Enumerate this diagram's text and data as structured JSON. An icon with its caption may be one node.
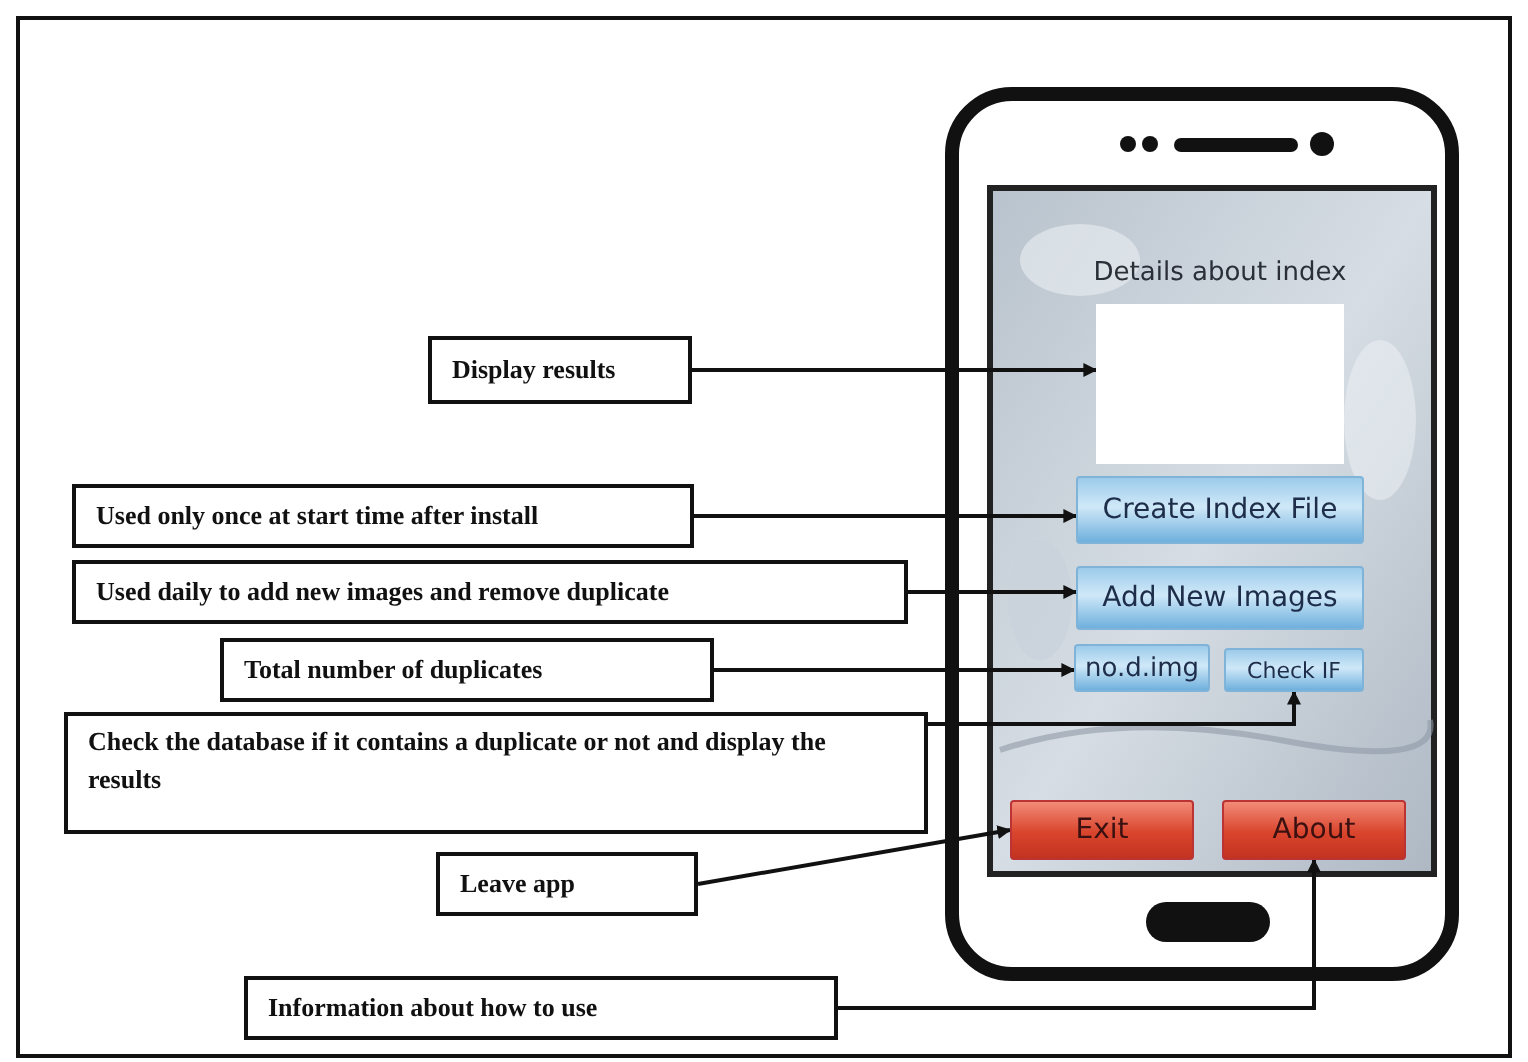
{
  "diagram": {
    "nodes": [
      {
        "text": [
          "Display results"
        ]
      },
      {
        "text": [
          "Details about index"
        ]
      },
      {
        "text": [
          "Used only once at start time after install"
        ]
      },
      {
        "text": [
          "Create Index File"
        ]
      },
      {
        "text": [
          "Used daily to add new images and remove duplicate"
        ]
      },
      {
        "text": [
          "Add New Images"
        ]
      },
      {
        "text": [
          "Total number of duplicates"
        ]
      },
      {
        "text": [
          "no.d.img"
        ]
      },
      {
        "text": [
          "Check the database if it contains a duplicate or not and display the results"
        ]
      },
      {
        "text": [
          "Check IF"
        ]
      },
      {
        "text": [
          "Leave app"
        ]
      },
      {
        "text": [
          "Exit"
        ]
      },
      {
        "text": [
          "Information about how to use"
        ]
      },
      {
        "text": [
          "About"
        ]
      }
    ],
    "edges": [
      {
        "from": 0,
        "to": 1,
        "arrow": "to"
      },
      {
        "from": 2,
        "to": 3,
        "arrow": "to"
      },
      {
        "from": 4,
        "to": 5,
        "arrow": "to"
      },
      {
        "from": 6,
        "to": 7,
        "arrow": "to"
      },
      {
        "from": 8,
        "to": 9,
        "arrow": "to"
      },
      {
        "from": 10,
        "to": 11,
        "arrow": "to"
      },
      {
        "from": 12,
        "to": 13,
        "arrow": "to"
      }
    ]
  }
}
